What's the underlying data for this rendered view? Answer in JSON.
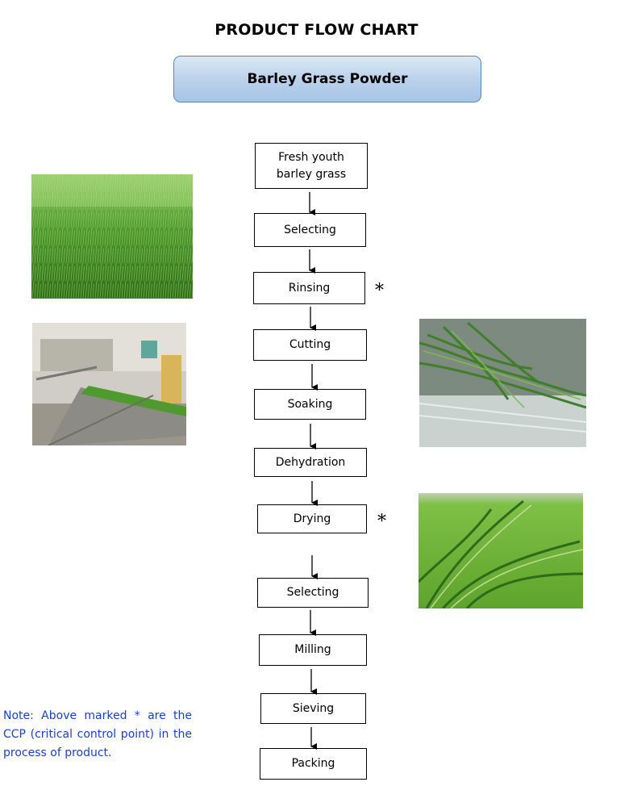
{
  "title": "PRODUCT FLOW CHART",
  "product": "Barley Grass Powder",
  "steps": [
    {
      "line1": "Fresh youth",
      "line2": "barley grass"
    },
    {
      "line1": "Selecting"
    },
    {
      "line1": "Rinsing"
    },
    {
      "line1": "Cutting"
    },
    {
      "line1": "Soaking"
    },
    {
      "line1": "Dehydration"
    },
    {
      "line1": "Drying"
    },
    {
      "line1": "Selecting"
    },
    {
      "line1": "Milling"
    },
    {
      "line1": "Sieving"
    },
    {
      "line1": "Packing"
    }
  ],
  "ccp_marker": "*",
  "note": "Note: Above marked * are the CCP (critical control point) in the process of product.",
  "colors": {
    "note": "#1a3fd1",
    "banner_border": "#5d87b3",
    "banner_fill": "#b8d0ea"
  }
}
